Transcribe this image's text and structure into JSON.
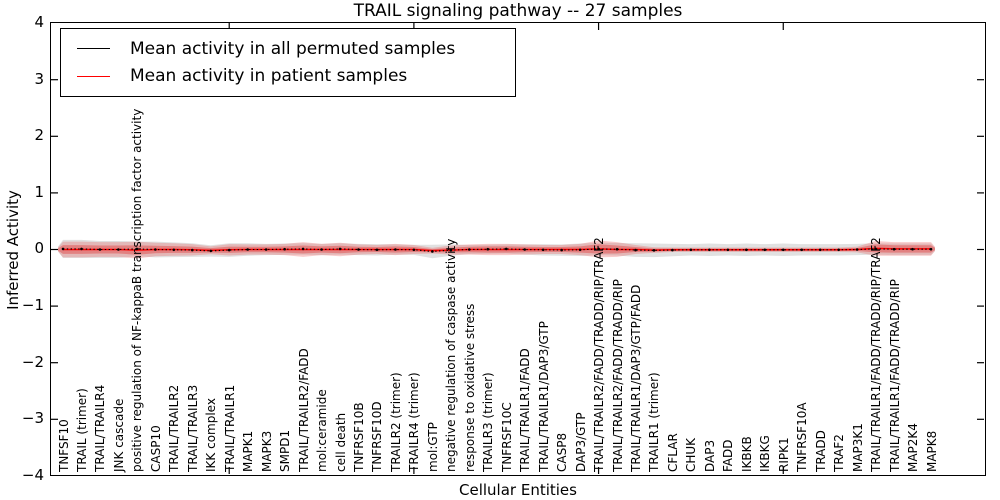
{
  "title": "TRAIL signaling pathway -- 27 samples",
  "axes": {
    "ylabel": "Inferred Activity",
    "xlabel": "Cellular Entities",
    "yticks": [
      "4",
      "3",
      "2",
      "1",
      "0",
      "−1",
      "−2",
      "−3",
      "−4"
    ],
    "ylim": [
      -4,
      4
    ]
  },
  "legend": {
    "entries": [
      {
        "label": "Mean activity in all permuted samples",
        "color": "#000000"
      },
      {
        "label": "Mean activity in patient samples",
        "color": "#ff0000"
      }
    ]
  },
  "chart_data": {
    "type": "area",
    "title": "TRAIL signaling pathway -- 27 samples",
    "xlabel": "Cellular Entities",
    "ylabel": "Inferred Activity",
    "ylim": [
      -4,
      4
    ],
    "grid": false,
    "legend_position": "upper left",
    "categories": [
      "TNFSF10",
      "TRAIL (trimer)",
      "TRAIL/TRAILR4",
      "JNK cascade",
      "positive regulation of NF-kappaB transcription factor activity",
      "CASP10",
      "TRAIL/TRAILR2",
      "TRAIL/TRAILR3",
      "IKK complex",
      "TRAIL/TRAILR1",
      "MAPK1",
      "MAPK3",
      "SMPD1",
      "TRAIL/TRAILR2/FADD",
      "mol:ceramide",
      "cell death",
      "TNFRSF10B",
      "TNFRSF10D",
      "TRAILR2 (trimer)",
      "TRAILR4 (trimer)",
      "mol:GTP",
      "negative regulation of caspase activity",
      "response to oxidative stress",
      "TRAILR3 (trimer)",
      "TNFRSF10C",
      "TRAIL/TRAILR1/FADD",
      "TRAIL/TRAILR1/DAP3/GTP",
      "CASP8",
      "DAP3/GTP",
      "TRAIL/TRAILR2/FADD/TRADD/RIP/TRAF2",
      "TRAIL/TRAILR2/FADD/TRADD/RIP",
      "TRAIL/TRAILR1/DAP3/GTP/FADD",
      "TRAILR1 (trimer)",
      "CFLAR",
      "CHUK",
      "DAP3",
      "FADD",
      "IKBKB",
      "IKBKG",
      "RIPK1",
      "TNFRSF10A",
      "TRADD",
      "TRAF2",
      "MAP3K1",
      "TRAIL/TRAILR1/FADD/TRADD/RIP/TRAF2",
      "TRAIL/TRAILR1/FADD/TRADD/RIP",
      "MAP2K4",
      "MAPK8"
    ],
    "series": [
      {
        "name": "Mean activity in all permuted samples",
        "kind": "line",
        "color": "#000000",
        "values": [
          0.01,
          0.01,
          0,
          0,
          0.01,
          0,
          -0.005,
          -0.01,
          -0.025,
          -0.01,
          0,
          0,
          0.005,
          0.01,
          0,
          0.01,
          0,
          -0.005,
          0,
          -0.005,
          -0.035,
          -0.01,
          0,
          0.005,
          0.01,
          0,
          -0.005,
          -0.01,
          -0.005,
          0.01,
          0.005,
          -0.01,
          -0.015,
          -0.01,
          -0.005,
          -0.005,
          -0.005,
          -0.005,
          -0.005,
          -0.005,
          -0.005,
          -0.005,
          -0.005,
          0,
          0.01,
          0.005,
          0.005,
          0.005
        ]
      },
      {
        "name": "Mean activity in patient samples",
        "kind": "line",
        "color": "#ff0000",
        "values": [
          0,
          0,
          0,
          0,
          -0.01,
          0,
          0,
          -0.005,
          -0.015,
          -0.005,
          0,
          0,
          0,
          0,
          0,
          0,
          0,
          0,
          0,
          0,
          -0.02,
          -0.01,
          0,
          0,
          0,
          0,
          0,
          0,
          0,
          0.01,
          0,
          0,
          -0.01,
          -0.005,
          -0.005,
          -0.005,
          -0.005,
          -0.005,
          -0.005,
          -0.005,
          -0.005,
          -0.005,
          -0.005,
          0,
          0.02,
          0.01,
          0.01,
          0.01
        ]
      },
      {
        "name": "permuted spread half-width",
        "kind": "band",
        "color": "#c8c8c8",
        "values": [
          0.16,
          0.16,
          0.15,
          0.15,
          0.13,
          0.14,
          0.13,
          0.12,
          0.1,
          0.12,
          0.11,
          0.1,
          0.1,
          0.1,
          0.1,
          0.1,
          0.1,
          0.1,
          0.09,
          0.09,
          0.12,
          0.1,
          0.08,
          0.08,
          0.08,
          0.09,
          0.1,
          0.1,
          0.11,
          0.11,
          0.11,
          0.12,
          0.12,
          0.11,
          0.1,
          0.11,
          0.1,
          0.11,
          0.1,
          0.11,
          0.1,
          0.1,
          0.1,
          0.1,
          0.1,
          0.1,
          0.1,
          0.1
        ]
      },
      {
        "name": "patient spread half-width",
        "kind": "band",
        "color": "#e86060",
        "values": [
          0.14,
          0.14,
          0.13,
          0.13,
          0.15,
          0.12,
          0.11,
          0.1,
          0.07,
          0.1,
          0.09,
          0.09,
          0.1,
          0.13,
          0.1,
          0.12,
          0.09,
          0.08,
          0.1,
          0.08,
          0.05,
          0.08,
          0.09,
          0.1,
          0.1,
          0.09,
          0.08,
          0.08,
          0.1,
          0.15,
          0.13,
          0.08,
          0.05,
          0.04,
          0.04,
          0.04,
          0.04,
          0.04,
          0.04,
          0.04,
          0.04,
          0.04,
          0.04,
          0.05,
          0.13,
          0.12,
          0.12,
          0.12
        ]
      }
    ],
    "top_axis_tick_positions": [
      10,
      20,
      30,
      40
    ]
  }
}
